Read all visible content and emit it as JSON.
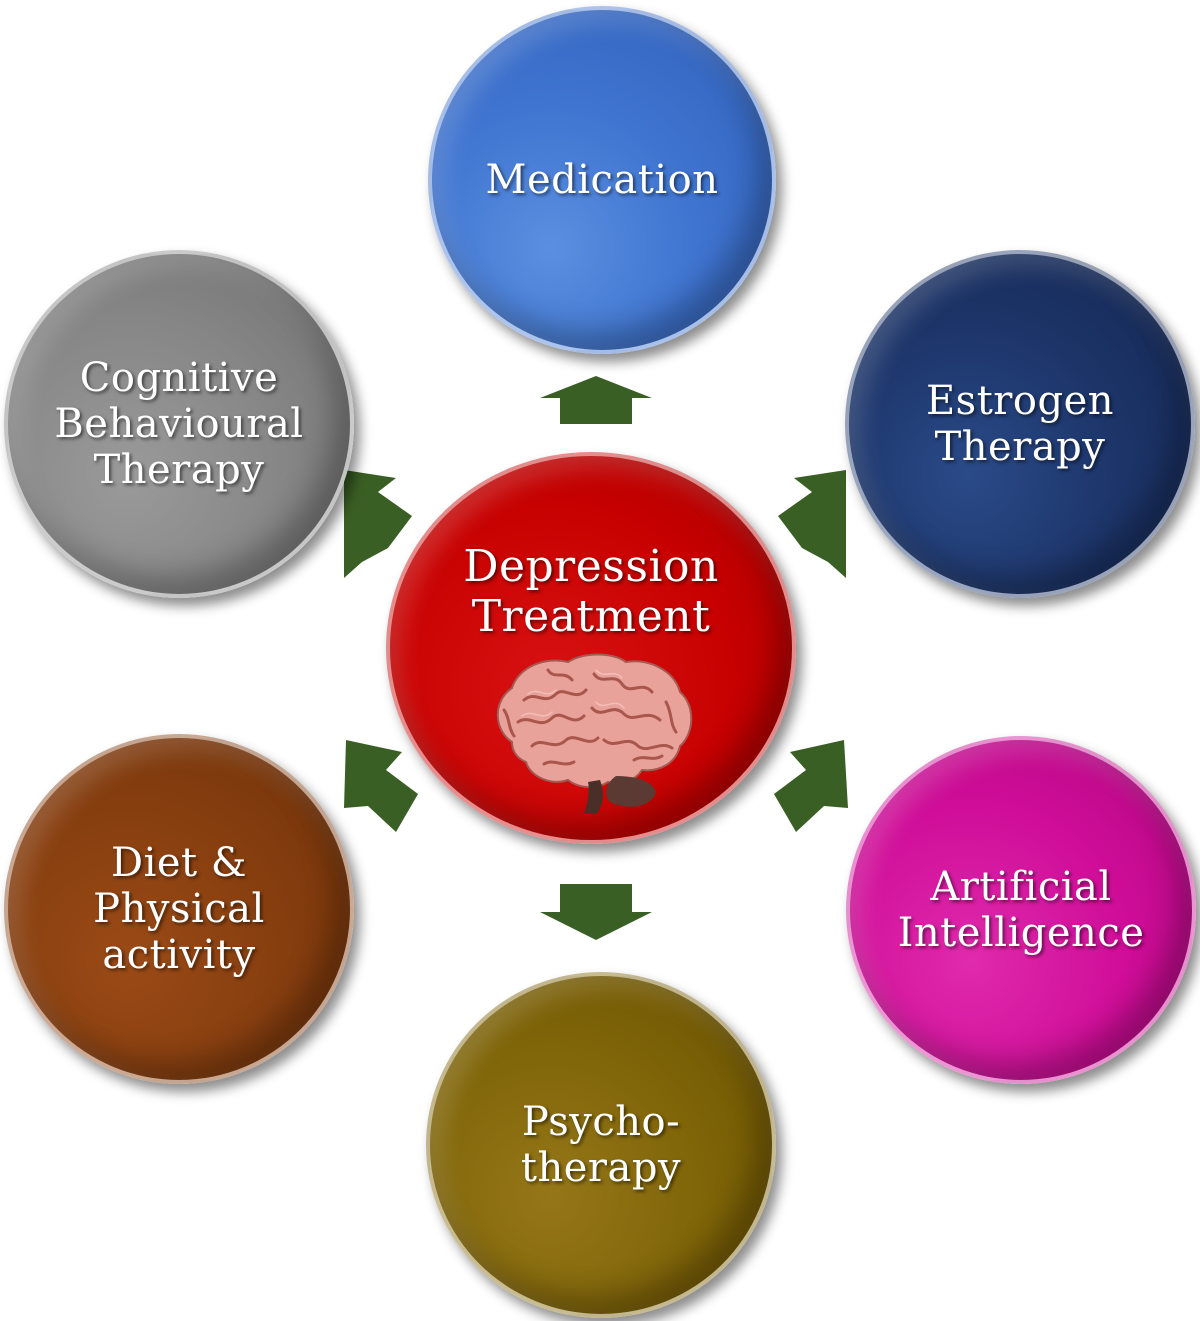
{
  "center": {
    "label": "Depression\nTreatment",
    "image": "brain-illustration",
    "color": "#c70000"
  },
  "nodes": [
    {
      "id": "medication",
      "label": "Medication",
      "color": "#3f74d0"
    },
    {
      "id": "estrogen",
      "label": "Estrogen\nTherapy",
      "color": "#1c3468"
    },
    {
      "id": "ai",
      "label": "Artificial\nIntelligence",
      "color": "#cf0d98"
    },
    {
      "id": "psycho",
      "label": "Psycho-\ntherapy",
      "color": "#7f6408"
    },
    {
      "id": "diet",
      "label": "Diet &\nPhysical\nactivity",
      "color": "#863e0f"
    },
    {
      "id": "cbt",
      "label": "Cognitive\nBehavioural\nTherapy",
      "color": "#868686"
    }
  ],
  "arrow_color": "#3a5f24"
}
